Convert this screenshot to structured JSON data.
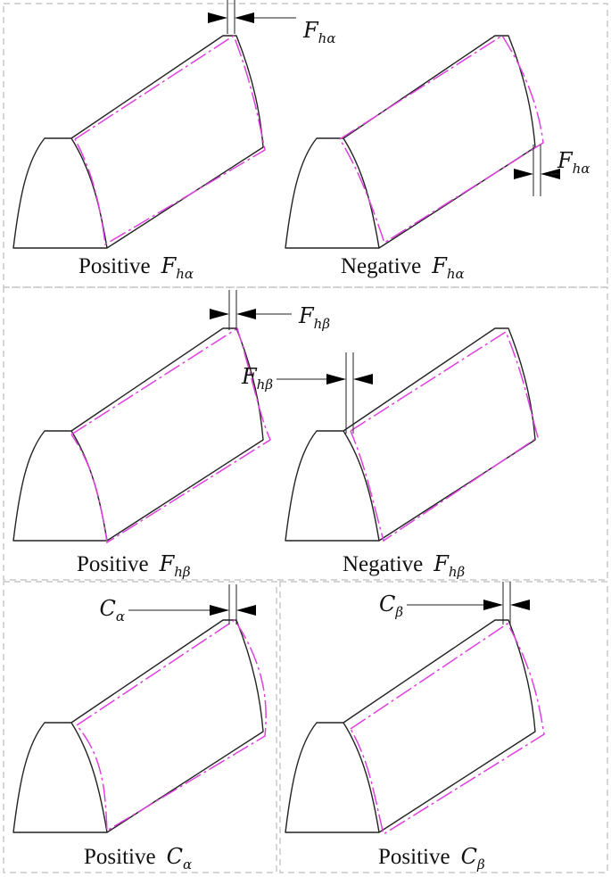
{
  "colors": {
    "profile_line": "#222222",
    "deviation_line": "#e040e0",
    "panel_border": "#c9c9c9",
    "background": "#ffffff"
  },
  "panels": [
    {
      "id": "positive-fha",
      "caption_word": "Positive",
      "symbol": {
        "main": "F",
        "sub": "hα"
      },
      "label": {
        "main": "F",
        "sub": "hα"
      },
      "deviation": "positive-profile-slope"
    },
    {
      "id": "negative-fha",
      "caption_word": "Negative",
      "symbol": {
        "main": "F",
        "sub": "hα"
      },
      "label": {
        "main": "F",
        "sub": "hα"
      },
      "deviation": "negative-profile-slope"
    },
    {
      "id": "positive-fhb",
      "caption_word": "Positive",
      "symbol": {
        "main": "F",
        "sub": "hβ"
      },
      "label": {
        "main": "F",
        "sub": "hβ"
      },
      "deviation": "positive-helix-slope"
    },
    {
      "id": "negative-fhb",
      "caption_word": "Negative",
      "symbol": {
        "main": "F",
        "sub": "hβ"
      },
      "label": {
        "main": "F",
        "sub": "hβ"
      },
      "deviation": "negative-helix-slope"
    },
    {
      "id": "positive-ca",
      "caption_word": "Positive",
      "symbol": {
        "main": "C",
        "sub": "α"
      },
      "label": {
        "main": "C",
        "sub": "α"
      },
      "deviation": "profile-crowning"
    },
    {
      "id": "positive-cb",
      "caption_word": "Positive",
      "symbol": {
        "main": "C",
        "sub": "β"
      },
      "label": {
        "main": "C",
        "sub": "β"
      },
      "deviation": "helix-crowning"
    }
  ]
}
